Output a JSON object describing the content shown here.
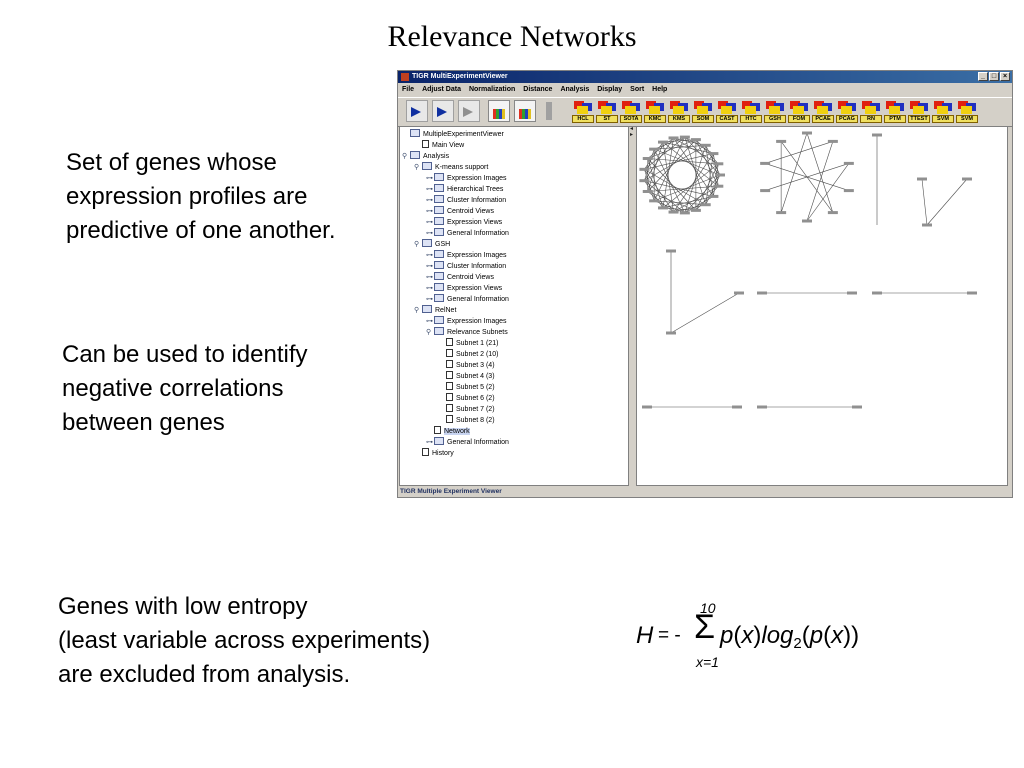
{
  "slide": {
    "title": "Relevance Networks",
    "para1": [
      "Set of genes whose",
      "expression profiles are",
      "predictive of one another."
    ],
    "para2": [
      "Can be used to identify",
      "negative correlations",
      "between genes"
    ],
    "para3": [
      "Genes with low entropy",
      "(least variable across experiments)",
      "are excluded from analysis."
    ],
    "formula": {
      "lhs": "H",
      "eq": "= -",
      "sigma": "Σ",
      "upper": "10",
      "lower": "x=1",
      "p1": "p",
      "x1": "x",
      "log": "log",
      "base": "2",
      "p2": "p",
      "x2": "x"
    }
  },
  "window": {
    "title": "TIGR MultiExperimentViewer",
    "buttons": [
      "_",
      "□",
      "×"
    ],
    "menu": [
      "File",
      "Adjust Data",
      "Normalization",
      "Distance",
      "Analysis",
      "Display",
      "Sort",
      "Help"
    ],
    "algorithms": [
      "HCL",
      "ST",
      "SOTA",
      "KMC",
      "KMS",
      "SOM",
      "CAST",
      "HTC",
      "GSH",
      "FOM",
      "PCAE",
      "PCAG",
      "RN",
      "PTM",
      "TTEST",
      "SVM",
      "SVM"
    ],
    "status": "TIGR Multiple Experiment Viewer",
    "tree": [
      {
        "label": "MultipleExperimentViewer",
        "indent": 0,
        "icon": "folder",
        "toggle": ""
      },
      {
        "label": "Main View",
        "indent": 1,
        "icon": "doc",
        "toggle": ""
      },
      {
        "label": "Analysis",
        "indent": 0,
        "icon": "folder",
        "toggle": "⚲"
      },
      {
        "label": "K-means support",
        "indent": 1,
        "icon": "folder",
        "toggle": "⚲"
      },
      {
        "label": "Expression Images",
        "indent": 2,
        "icon": "folder",
        "toggle": "⊶"
      },
      {
        "label": "Hierarchical Trees",
        "indent": 2,
        "icon": "folder",
        "toggle": "⊶"
      },
      {
        "label": "Cluster Information",
        "indent": 2,
        "icon": "folder",
        "toggle": "⊶"
      },
      {
        "label": "Centroid Views",
        "indent": 2,
        "icon": "folder",
        "toggle": "⊶"
      },
      {
        "label": "Expression Views",
        "indent": 2,
        "icon": "folder",
        "toggle": "⊶"
      },
      {
        "label": "General Information",
        "indent": 2,
        "icon": "folder",
        "toggle": "⊶"
      },
      {
        "label": "GSH",
        "indent": 1,
        "icon": "folder",
        "toggle": "⚲"
      },
      {
        "label": "Expression Images",
        "indent": 2,
        "icon": "folder",
        "toggle": "⊶"
      },
      {
        "label": "Cluster Information",
        "indent": 2,
        "icon": "folder",
        "toggle": "⊶"
      },
      {
        "label": "Centroid Views",
        "indent": 2,
        "icon": "folder",
        "toggle": "⊶"
      },
      {
        "label": "Expression Views",
        "indent": 2,
        "icon": "folder",
        "toggle": "⊶"
      },
      {
        "label": "General Information",
        "indent": 2,
        "icon": "folder",
        "toggle": "⊶"
      },
      {
        "label": "RelNet",
        "indent": 1,
        "icon": "folder",
        "toggle": "⚲"
      },
      {
        "label": "Expression Images",
        "indent": 2,
        "icon": "folder",
        "toggle": "⊶"
      },
      {
        "label": "Relevance Subnets",
        "indent": 2,
        "icon": "folder",
        "toggle": "⚲"
      },
      {
        "label": "Subnet 1 (21)",
        "indent": 3,
        "icon": "doc",
        "toggle": ""
      },
      {
        "label": "Subnet 2 (10)",
        "indent": 3,
        "icon": "doc",
        "toggle": ""
      },
      {
        "label": "Subnet 3 (4)",
        "indent": 3,
        "icon": "doc",
        "toggle": ""
      },
      {
        "label": "Subnet 4 (3)",
        "indent": 3,
        "icon": "doc",
        "toggle": ""
      },
      {
        "label": "Subnet 5 (2)",
        "indent": 3,
        "icon": "doc",
        "toggle": ""
      },
      {
        "label": "Subnet 6 (2)",
        "indent": 3,
        "icon": "doc",
        "toggle": ""
      },
      {
        "label": "Subnet 7 (2)",
        "indent": 3,
        "icon": "doc",
        "toggle": ""
      },
      {
        "label": "Subnet 8 (2)",
        "indent": 3,
        "icon": "doc",
        "toggle": ""
      },
      {
        "label": "Network",
        "indent": 2,
        "icon": "doc",
        "toggle": "",
        "selected": true
      },
      {
        "label": "General Information",
        "indent": 2,
        "icon": "folder",
        "toggle": "⊶"
      },
      {
        "label": "History",
        "indent": 1,
        "icon": "doc",
        "toggle": ""
      }
    ]
  }
}
